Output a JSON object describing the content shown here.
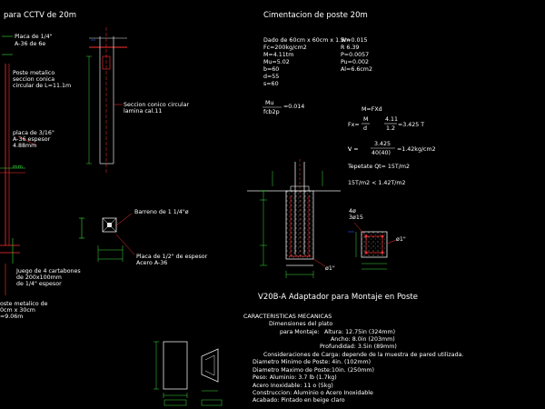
{
  "colors": {
    "background": "#000000",
    "text_white": "#ffffff",
    "text_red": "#ff4a4a",
    "dim_green": "#3cdc3c",
    "line_red": "#ff3030",
    "line_white": "#e8e8e8",
    "line_blue": "#3050ff",
    "concrete_dots": "#cccccc"
  },
  "left_section": {
    "title": "para CCTV de 20m",
    "placa_top": "Placa de 1/4\"",
    "placa_top_spec": "A-36 de 6e",
    "poste_metalico": "Poste metalico",
    "seccion_conica": "seccion conica",
    "circular_length": "circular de L=11.1m",
    "seccion_conico_circular": "Seccion conico circular",
    "lamina": "lamina cal.11",
    "placa_316": "placa de 3/16\"",
    "placa_316_spec": "A-36 espesor",
    "placa_316_dim": "4.88mm",
    "barreno": "Barreno de 1 1/4\"ø",
    "placa_12": "Placa de 1/2\" de espesor",
    "acero_a36": "Acero A-36",
    "juego_cartabones": "Juego de 4 cartabones",
    "cartabones_size": "de 200x100mm",
    "cartabones_thickness": "de 1/4\" espesor",
    "poste_metalico_2": "oste metalico de",
    "poste_dims": "0cm x 30cm",
    "poste_height": "=9.06m",
    "dim_mm": "mm"
  },
  "foundation": {
    "title": "Cimentacion de poste 20m",
    "calc_lines": [
      "Dado de 60cm x 60cm x 1.5m",
      "Fc=200kg/cm2",
      "M=4.11tm",
      "Mu=5.02",
      "b=60",
      "d=55",
      "s=60"
    ],
    "calc_right": [
      "W=0.015",
      "R 6.39",
      "P=0.0057",
      "Pu=0.002",
      "Al=6.6cm2"
    ],
    "ratio_num": "Mu",
    "ratio_den": "fcb2p",
    "ratio_result": "=0.014",
    "mfxd": "M=FXd",
    "fx_lhs": "Fx=",
    "fx_num1": "M",
    "fx_den1": "d",
    "fx_num2": "4.11",
    "fx_den2": "1.2",
    "fx_result": "=3.425 T",
    "v_lhs": "V =",
    "v_num": "3.425",
    "v_den": "40(40)",
    "v_result": "=1.42kg/cm2",
    "tepetate": "Tepetate Qt= 15T/m2",
    "comparison": "15T/m2 < 1.42T/m2",
    "rebar_count": "4ø",
    "rebar_spec": "3ø15",
    "phi_1": "ø1\"",
    "phi_2": "ø1\""
  },
  "adapter": {
    "title": "V20B-A Adaptador para Montaje en Poste",
    "header": "CARACTERISTICAS MECANICAS",
    "subheader": "Dimensiones del plato",
    "para_montaje": "para Montaje:",
    "altura": "Altura: 12.75in (324mm)",
    "ancho": "Ancho: 8.0in (203mm)",
    "profundidad": "Profundidad: 3.5in (89mm)",
    "consideraciones": "Consideraciones de Carga: depende de la muestra de pared utilizada.",
    "specs": [
      "Diametro Minimo de Poste: 4in. (102mm)",
      "Diametro Maximo de Poste:10in. (250mm)",
      "Peso: Aluminio: 3.7 lb (1.7kg)",
      "Acero Inoxidable: 11 o (5kg)",
      "Construccion: Aluminio o Acero Inoxidable",
      "Acabado: Pintado en beige claro"
    ]
  }
}
